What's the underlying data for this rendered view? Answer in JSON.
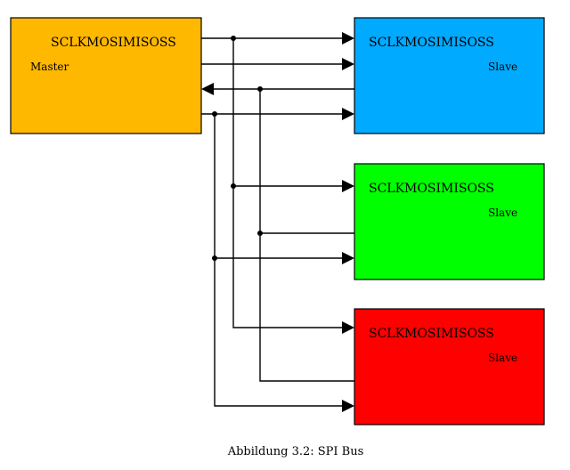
{
  "master": {
    "pins": "SCLKMOSIMISOSS",
    "role": "Master",
    "color": "#FFB800"
  },
  "slaves": [
    {
      "pins": "SCLKMOSIMISOSS",
      "role": "Slave",
      "color": "#00AAFF"
    },
    {
      "pins": "SCLKMOSIMISOSS",
      "role": "Slave",
      "color": "#00FF00"
    },
    {
      "pins": "SCLKMOSIMISOSS",
      "role": "Slave",
      "color": "#FF0000"
    }
  ],
  "caption": "Abbildung 3.2: SPI Bus"
}
